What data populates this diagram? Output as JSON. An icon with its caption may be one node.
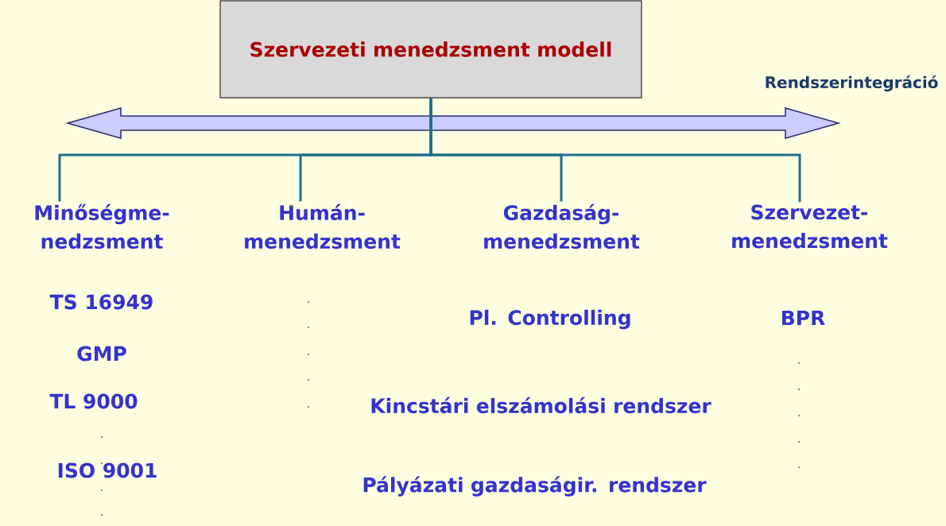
{
  "diagram": {
    "nodes": [
      {
        "text": [
          "Szervezeti menedzsment modell"
        ]
      },
      {
        "text": [
          "Minőségme- nedzsment"
        ]
      },
      {
        "text": [
          "Humán- menedzsment"
        ]
      },
      {
        "text": [
          "Gazdaság- menedzsment"
        ]
      },
      {
        "text": [
          "Szervezet- menedzsment"
        ]
      }
    ],
    "edges": [
      {
        "from": 0,
        "to": 1,
        "arrow": "none"
      },
      {
        "from": 0,
        "to": 2,
        "arrow": "none"
      },
      {
        "from": 0,
        "to": 3,
        "arrow": "none"
      },
      {
        "from": 0,
        "to": 4,
        "arrow": "none"
      }
    ],
    "labels": [
      "Rendszerintegráció",
      "TS 16949",
      "GMP",
      "TL 9000",
      ".",
      "ISO 9001",
      ".",
      ".",
      ".",
      ".",
      ".",
      ".",
      ".",
      ".",
      "Pl. Controlling",
      "Kincstári elszámolási rendszer",
      "Pályázati gazdaságir. rendszer",
      "BPR",
      ".",
      ".",
      ".",
      ".",
      "."
    ]
  }
}
